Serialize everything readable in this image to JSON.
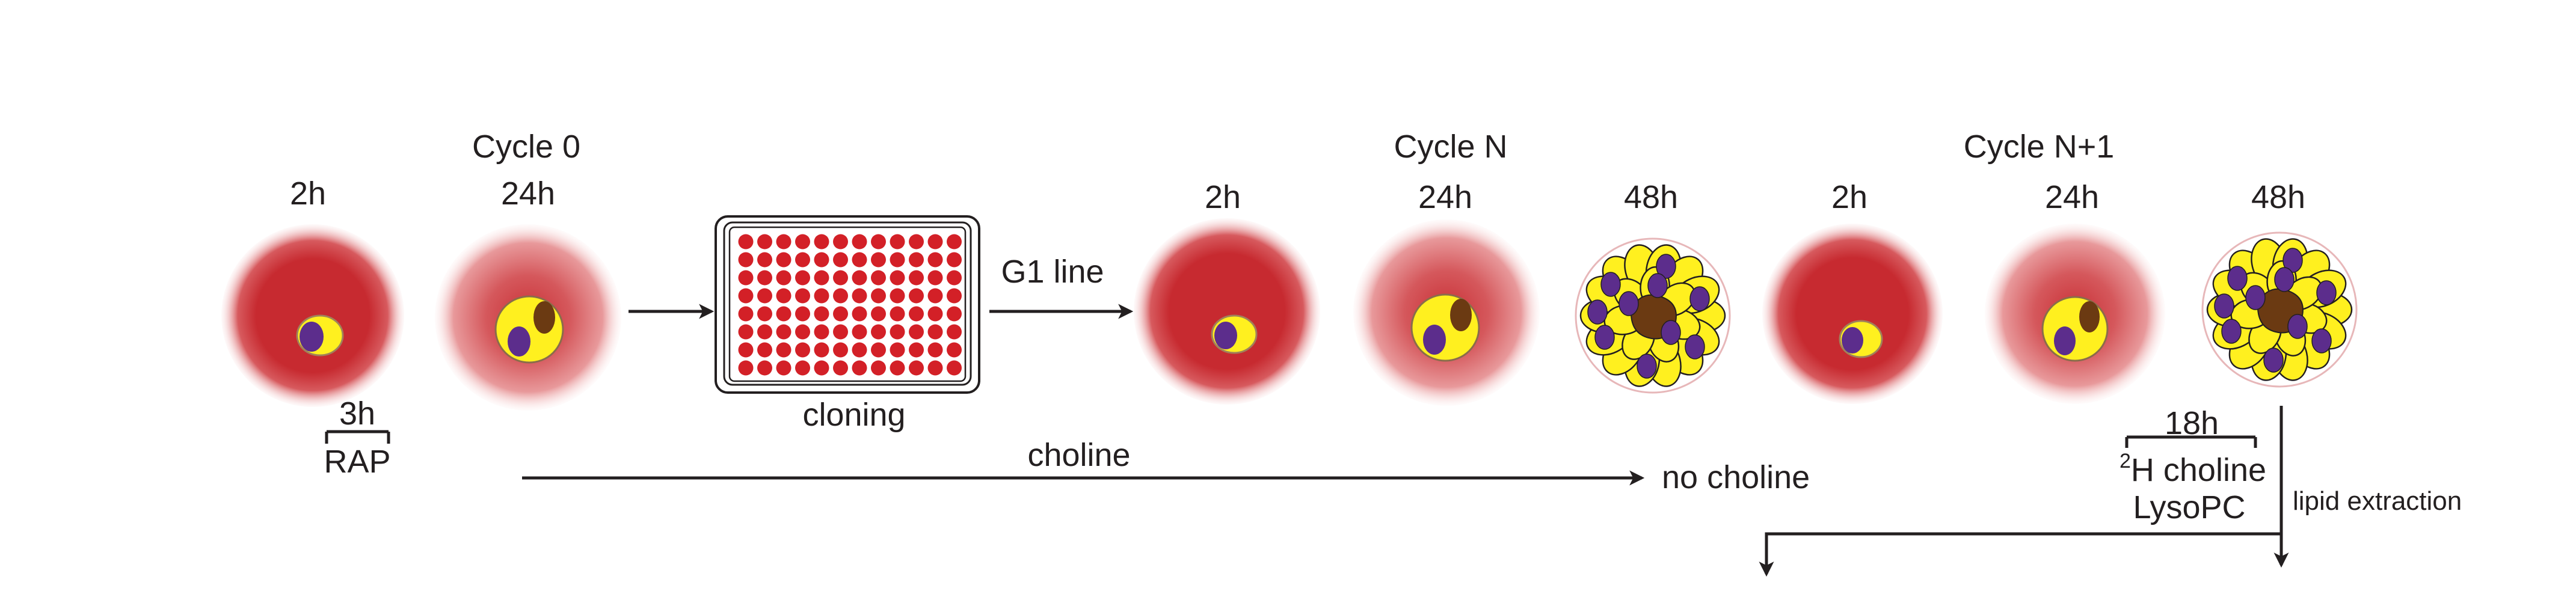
{
  "labels": {
    "cycle0": "Cycle 0",
    "cycleN": "Cycle N",
    "cycleN1": "Cycle N+1",
    "t_2h_a": "2h",
    "t_24h_a": "24h",
    "t_2h_b": "2h",
    "t_24h_b": "24h",
    "t_48h_b": "48h",
    "t_2h_c": "2h",
    "t_24h_c": "24h",
    "t_48h_c": "48h",
    "rap_duration": "3h",
    "rap": "RAP",
    "cloning": "cloning",
    "g1_line": "G1 line",
    "choline": "choline",
    "no_choline": "no choline",
    "label_duration": "18h",
    "isotope_sup": "2",
    "h_choline": "H choline",
    "lysopc": "LysoPC",
    "lipid_extraction": "lipid extraction"
  },
  "colors": {
    "rbc": "#c72a30",
    "parasite": "#fff01f",
    "nucleus": "#5c2d8c",
    "pigment": "#6b3a12",
    "text": "#231f20",
    "plate_well": "#d32027"
  },
  "icons": {
    "ring_stage": "ring-stage-rbc-icon",
    "trophozoite": "trophozoite-rbc-icon",
    "schizont": "schizont-icon",
    "plate": "96-well-plate-icon"
  }
}
